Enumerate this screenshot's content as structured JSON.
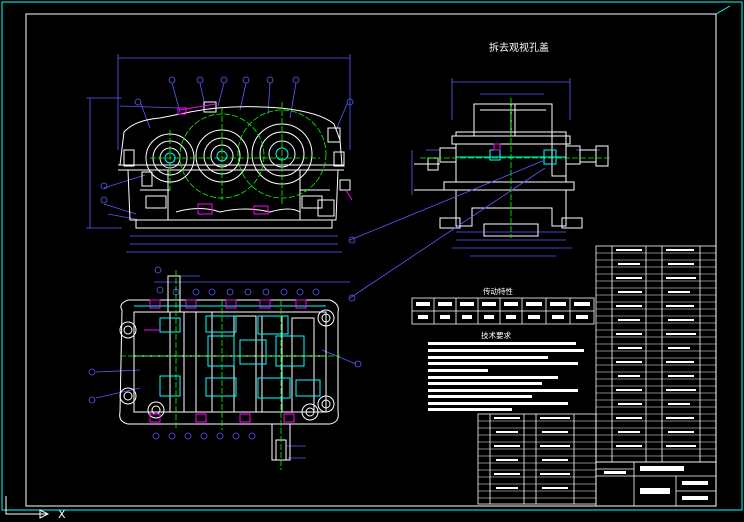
{
  "drawing": {
    "note_title": "拆去观视孔盖",
    "transmission_table_title": "传动特性",
    "tech_requirements_title": "技术要求",
    "axis_marker": "X"
  },
  "colors": {
    "background": "#000000",
    "frame": "#00ffff",
    "outline": "#ffffff",
    "dimension": "#5a5aff",
    "centerline": "#00ff00",
    "part": "#ff00ff",
    "highlight": "#00ffff"
  }
}
